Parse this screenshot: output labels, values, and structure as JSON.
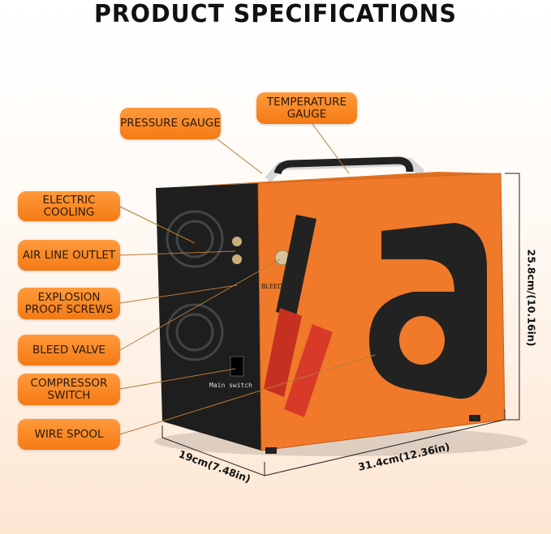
{
  "title": "PRODUCT SPECIFICATIONS",
  "callouts": {
    "pressure_gauge": "PRESSURE GAUGE",
    "temperature_gauge": "TEMPERATURE GAUGE",
    "electric_cooling": "ELECTRIC COOLING",
    "air_line_outlet": "AIR LINE OUTLET",
    "explosion_proof_screws": "EXPLOSION PROOF SCREWS",
    "bleed_valve": "BLEED VALVE",
    "compressor_switch": "COMPRESSOR SWITCH",
    "wire_spool": "WIRE SPOOL"
  },
  "dimensions": {
    "height": "25.8cm/(10.16in)",
    "depth": "19cm(7.48in)",
    "width": "31.4cm(12.36in)"
  },
  "product_markings": {
    "bleed": "BLEED",
    "main_switch": "Main switch"
  },
  "colors": {
    "accent": "#f47a14",
    "body_orange": "#f07a2a",
    "panel_black": "#1e1e1e"
  }
}
